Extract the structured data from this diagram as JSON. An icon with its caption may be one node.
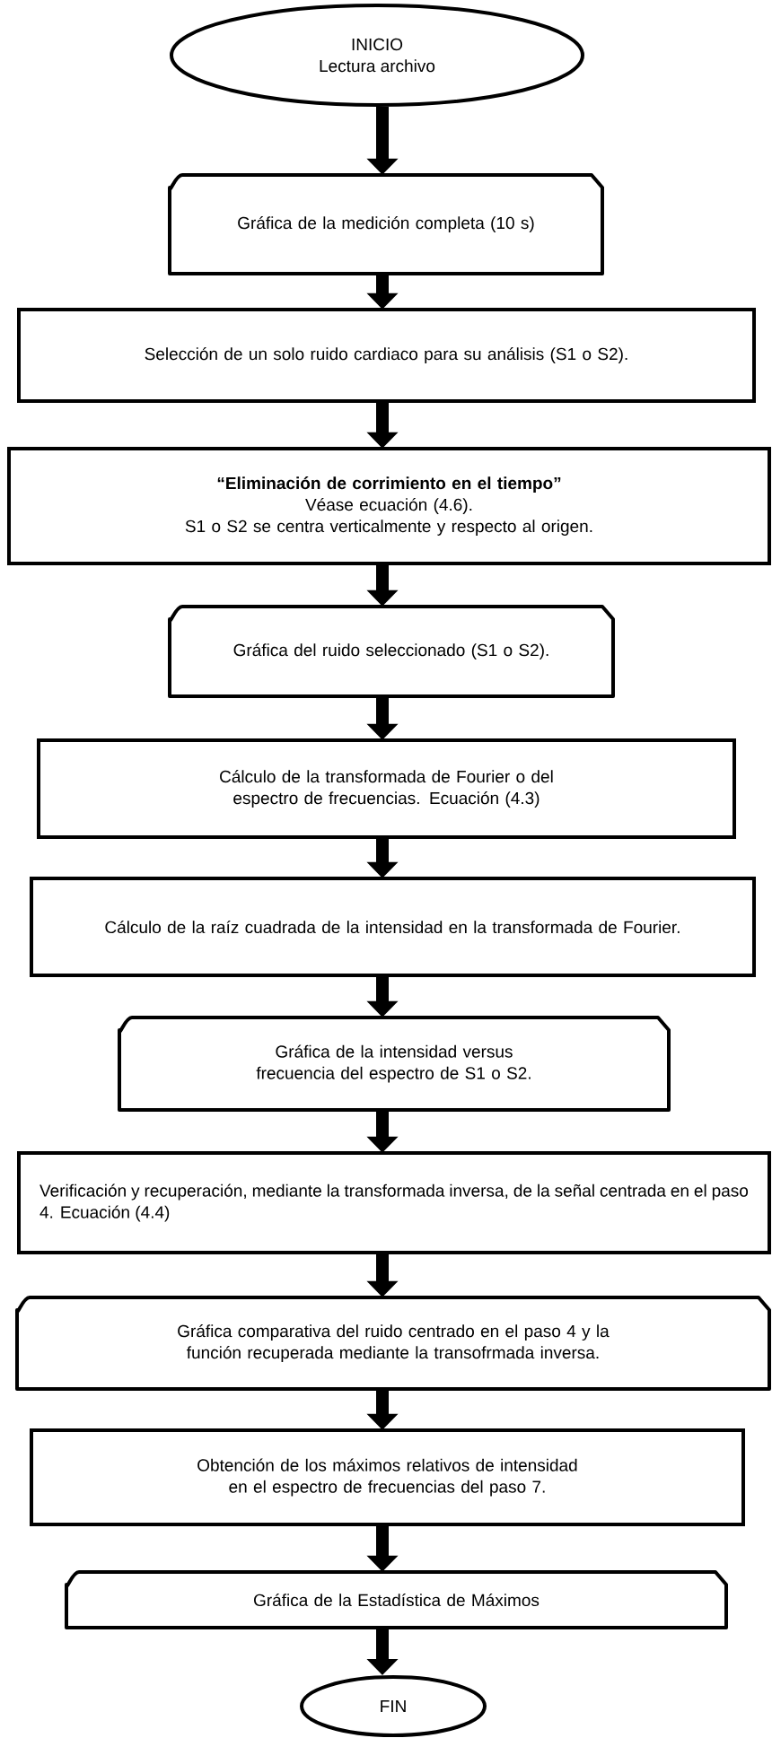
{
  "diagram": {
    "nodes": [
      {
        "text": [
          "INICIO",
          "Lectura archivo"
        ]
      },
      {
        "text": [
          "Gráfica de la medición completa (10 s)"
        ]
      },
      {
        "text": [
          "Selección de un solo ruido cardiaco para su análisis (S1 o S2)."
        ]
      },
      {
        "text": [
          "“Eliminación de corrimiento en el tiempo”",
          "Véase ecuación (4.6).",
          "S1 o S2 se centra verticalmente y respecto al origen."
        ]
      },
      {
        "text": [
          "Gráfica del ruido seleccionado (S1 o S2)."
        ]
      },
      {
        "text": [
          "Cálculo de la transformada de Fourier o del espectro de frecuencias. Ecuación (4.3)"
        ]
      },
      {
        "text": [
          "Cálculo de la raíz cuadrada de la intensidad en la transformada de Fourier."
        ]
      },
      {
        "text": [
          "Gráfica de la intensidad versus frecuencia del espectro de S1 o S2."
        ]
      },
      {
        "text": [
          "Verificación y recuperación, mediante la transformada inversa, de la señal centrada en el paso 4. Ecuación (4.4)"
        ]
      },
      {
        "text": [
          "Gráfica comparativa del ruido centrado en el paso 4 y la función recuperada mediante la transofrmada inversa."
        ]
      },
      {
        "text": [
          "Obtención de los máximos relativos de intensidad en el espectro de frecuencias del paso 7."
        ]
      },
      {
        "text": [
          "Gráfica de la Estadística de Máximos"
        ]
      },
      {
        "text": [
          "FIN"
        ]
      }
    ],
    "edges": [
      {
        "from": 0,
        "to": 1,
        "arrow": "to"
      },
      {
        "from": 1,
        "to": 2,
        "arrow": "to"
      },
      {
        "from": 2,
        "to": 3,
        "arrow": "to"
      },
      {
        "from": 3,
        "to": 4,
        "arrow": "to"
      },
      {
        "from": 4,
        "to": 5,
        "arrow": "to"
      },
      {
        "from": 5,
        "to": 6,
        "arrow": "to"
      },
      {
        "from": 6,
        "to": 7,
        "arrow": "to"
      },
      {
        "from": 7,
        "to": 8,
        "arrow": "to"
      },
      {
        "from": 8,
        "to": 9,
        "arrow": "to"
      },
      {
        "from": 9,
        "to": 10,
        "arrow": "to"
      },
      {
        "from": 10,
        "to": 11,
        "arrow": "to"
      },
      {
        "from": 11,
        "to": 12,
        "arrow": "to"
      }
    ]
  }
}
